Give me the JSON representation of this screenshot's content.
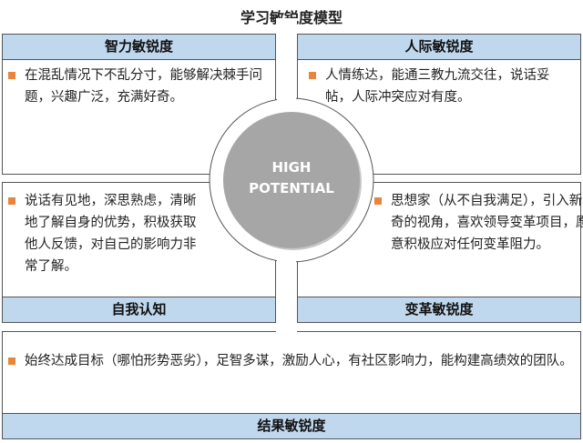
{
  "title": "学习敏锐度模型",
  "center": {
    "line1": "HIGH",
    "line2": "POTENTIAL"
  },
  "quadrants": {
    "top_left": {
      "header": "智力敏锐度",
      "text": "在混乱情况下不乱分寸，能够解决棘手问题，兴趣广泛，充满好奇。"
    },
    "top_right": {
      "header": "人际敏锐度",
      "text": "人情练达，能通三教九流交往，说话妥帖，人际冲突应对有度。"
    },
    "bottom_left": {
      "header": "自我认知",
      "text": "说话有见地，深思熟虑，清晰地了解自身的优势，积极获取他人反馈，对自己的影响力非常了解。"
    },
    "bottom_right": {
      "header": "变革敏锐度",
      "text": "思想家（从不自我满足），引入新奇的视角，喜欢领导变革项目，愿意积极应对任何变革阻力。"
    }
  },
  "result": {
    "header": "结果敏锐度",
    "text": "始终达成目标（哪怕形势恶劣），足智多谋，激励人心，有社区影响力，能构建高绩效的团队。"
  },
  "colors": {
    "header_bg": "#c0d8ee",
    "bullet": "#e8843c",
    "circle": "#a6a6a6"
  }
}
